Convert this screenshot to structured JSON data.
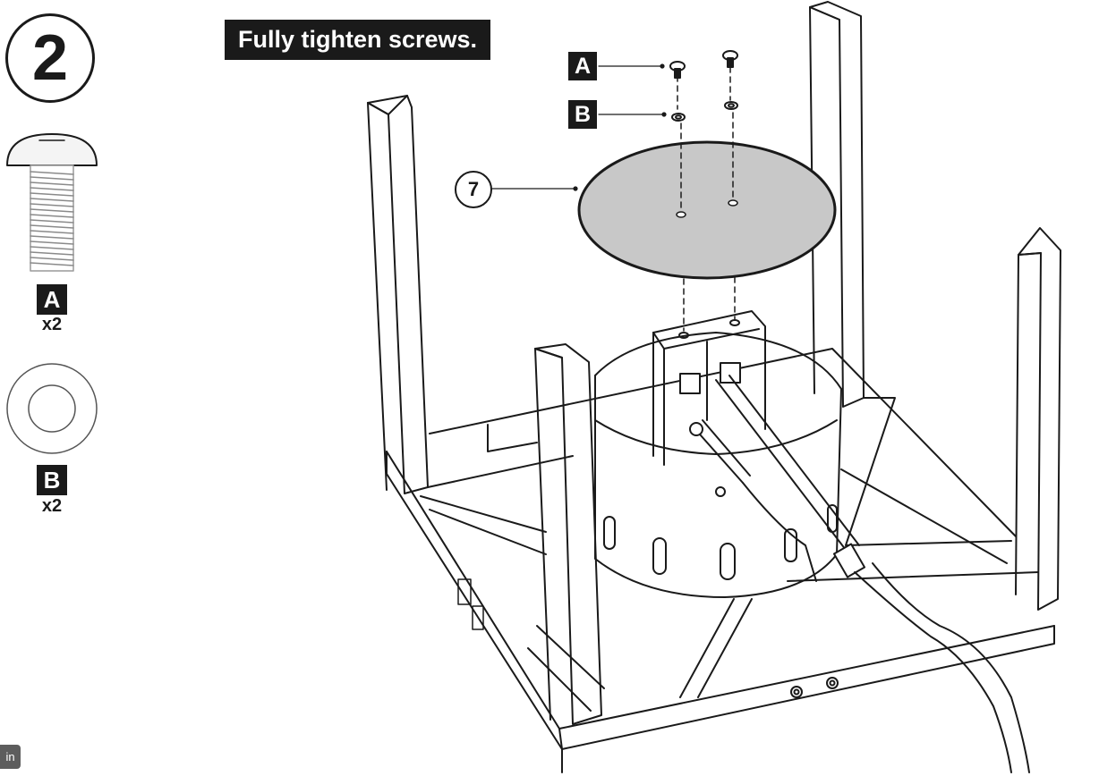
{
  "step": {
    "number": "2"
  },
  "instruction": {
    "text": "Fully tighten screws."
  },
  "parts": [
    {
      "letter": "A",
      "qty": "x2"
    },
    {
      "letter": "B",
      "qty": "x2"
    }
  ],
  "callouts": {
    "a": "A",
    "b": "B",
    "part_number": "7"
  },
  "corner_button": {
    "label": "in"
  },
  "icons": {
    "screw": "screw-icon",
    "washer": "washer-icon"
  },
  "colors": {
    "ink": "#1a1a1a",
    "plate_fill": "#c8c8c8",
    "button_gray": "#5d5d5d"
  }
}
